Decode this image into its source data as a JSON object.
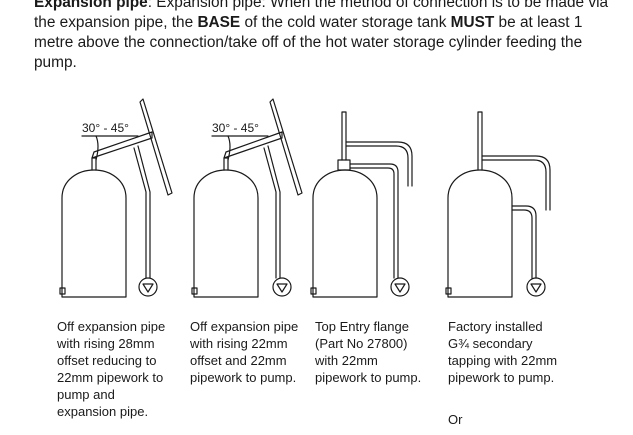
{
  "intro": {
    "parts": [
      {
        "text": "Expansion pipe",
        "bold": true
      },
      {
        "text": ": Expansion pipe: When the method of connection is to be made via the expansion pipe, the ",
        "bold": false
      },
      {
        "text": "BASE",
        "bold": true
      },
      {
        "text": " of the cold water storage tank ",
        "bold": false
      },
      {
        "text": "MUST",
        "bold": true
      },
      {
        "text": " be at least 1 metre above the connection/take off of the hot water storage cylinder feeding the pump.",
        "bold": false
      }
    ]
  },
  "diagrams": [
    {
      "angle_label": "30° - 45°",
      "caption": "Off expansion pipe with rising 28mm offset reducing to 22mm pipework to pump and expansion pipe."
    },
    {
      "angle_label": "30° - 45°",
      "caption": "Off expansion pipe with rising 22mm offset and 22mm pipework to pump."
    },
    {
      "caption": "Top Entry flange (Part No 27800) with 22mm pipework to pump."
    },
    {
      "caption": "Factory installed G¾ secondary tapping with 22mm pipework to pump.",
      "extra": "Or"
    }
  ]
}
